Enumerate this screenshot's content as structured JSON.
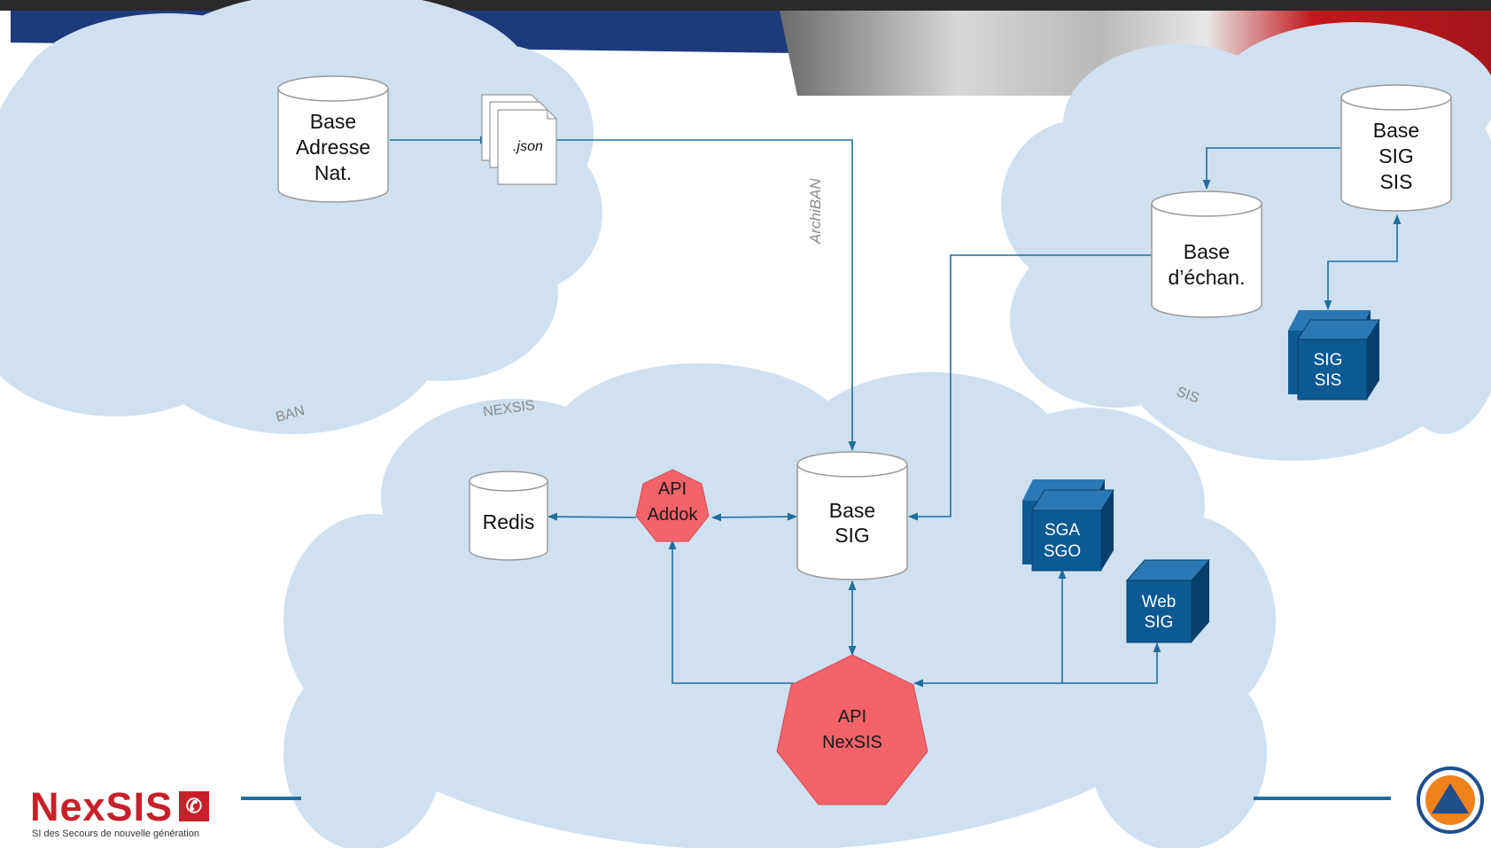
{
  "zones": {
    "ban": "BAN",
    "nexsis": "NEXSIS",
    "sis": "SIS"
  },
  "edge_label": "ArchiBAN",
  "nodes": {
    "base_adresse_nat": [
      "Base",
      "Adresse",
      "Nat."
    ],
    "json_file": ".json",
    "base_sig_sis": [
      "Base",
      "SIG",
      "SIS"
    ],
    "base_echan": [
      "Base",
      "d’échan."
    ],
    "sig_sis_server": [
      "SIG",
      "SIS"
    ],
    "redis": "Redis",
    "api_addok": [
      "API",
      "Addok"
    ],
    "base_sig": [
      "Base",
      "SIG"
    ],
    "sga_sgo_server": [
      "SGA",
      "SGO"
    ],
    "web_sig_server": [
      "Web",
      "SIG"
    ],
    "api_nexsis": [
      "API",
      "NexSIS"
    ]
  },
  "branding": {
    "logo_word": "NexSIS",
    "logo_tagline": "SI des Secours de nouvelle génération"
  },
  "colors": {
    "cloud": "#cfe0f1",
    "connector": "#1f6e9e",
    "api_node": "#f2636a",
    "server_cube": "#0b5a93",
    "header_band": "#1d3a7c",
    "brand_red": "#c8202a"
  }
}
